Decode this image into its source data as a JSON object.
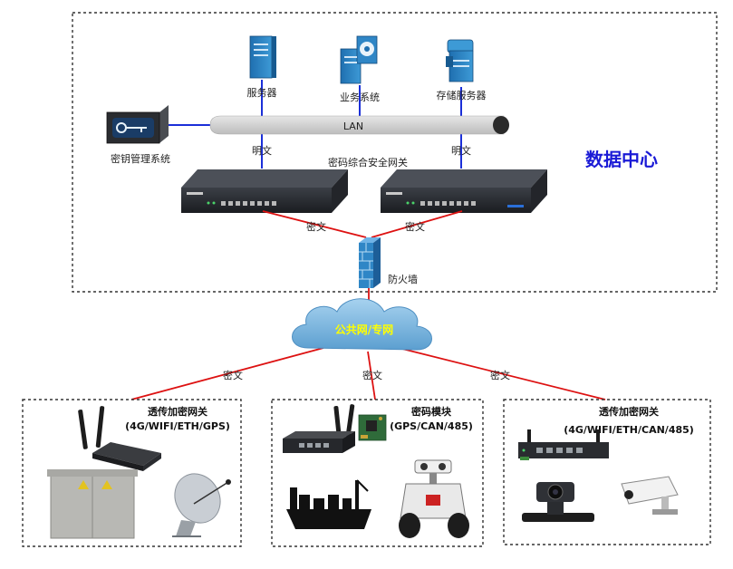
{
  "data_center": {
    "title": "数据中心",
    "title_color": "#1a1ad6",
    "lan_label": "LAN",
    "server_label": "服务器",
    "business_label": "业务系统",
    "storage_label": "存储服务器",
    "key_mgmt_label": "密钥管理系统",
    "gateway_label": "密码综合安全网关",
    "plaintext_left": "明文",
    "plaintext_right": "明文",
    "cipher_left": "密文",
    "cipher_right": "密文",
    "firewall_label": "防火墙"
  },
  "network": {
    "cloud_label": "公共网/专网",
    "cloud_label_color": "#ffff00",
    "link_color": "#dd1111",
    "cipher_left": "密文",
    "cipher_mid": "密文",
    "cipher_right": "密文"
  },
  "edge_left": {
    "title": "透传加密网关",
    "subtitle": "(4G/WIFI/ETH/GPS)",
    "icons": [
      "router-4g-icon",
      "power-cabinet-icon",
      "satellite-dish-icon"
    ]
  },
  "edge_mid": {
    "title": "密码模块",
    "subtitle": "(GPS/CAN/485)",
    "icons": [
      "gateway-box-icon",
      "crypto-module-board-icon",
      "cargo-ship-icon",
      "patrol-robot-icon"
    ]
  },
  "edge_right": {
    "title": "透传加密网关",
    "subtitle": "(4G/WIFI/ETH/CAN/485)",
    "icons": [
      "industrial-router-icon",
      "ptz-camera-icon",
      "cctv-camera-icon"
    ]
  }
}
